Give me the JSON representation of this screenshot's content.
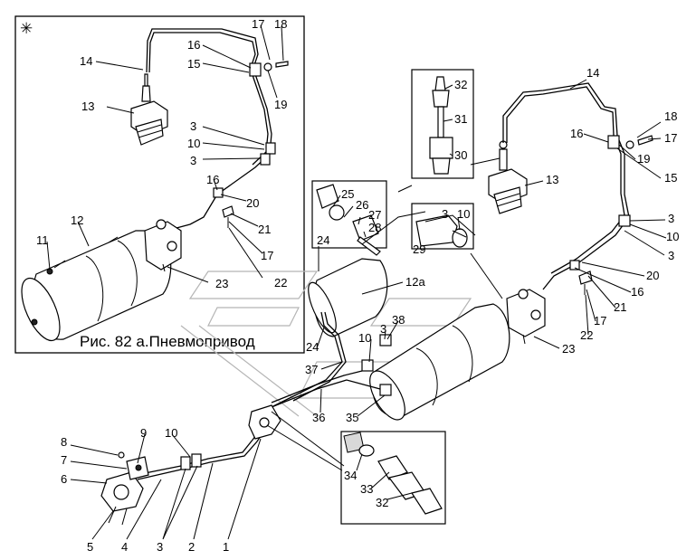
{
  "caption": "Рис. 82 а.Пневмопривод",
  "marker": "✳",
  "labels": {
    "l14a": "14",
    "l17a": "17",
    "l18a": "18",
    "l16a": "16",
    "l15a": "15",
    "l19a": "19",
    "l13a": "13",
    "l3a": "3",
    "l10a": "10",
    "l3b": "3",
    "l16b": "16",
    "l20a": "20",
    "l12a": "12",
    "l11a": "11",
    "l21a": "21",
    "l17b": "17",
    "l22a": "22",
    "l23a": "23",
    "l25": "25",
    "l26": "26",
    "l27": "27",
    "l28": "28",
    "l24a": "24",
    "l3c": "3",
    "l10b": "10",
    "l29": "29",
    "l12aa": "12а",
    "l32a": "32",
    "l31": "31",
    "l30": "30",
    "l13b": "13",
    "l14b": "14",
    "l18b": "18",
    "l16c": "16",
    "l17c": "17",
    "l19b": "19",
    "l15b": "15",
    "l3d": "3",
    "l10c": "10",
    "l3e": "3",
    "l20b": "20",
    "l16d": "16",
    "l21b": "21",
    "l17d": "17",
    "l22b": "22",
    "l23b": "23",
    "l24b": "24",
    "l37": "37",
    "l10d": "10",
    "l3f": "3",
    "l38": "38",
    "l36": "36",
    "l35": "35",
    "l8": "8",
    "l9": "9",
    "l10e": "10",
    "l7": "7",
    "l6": "6",
    "l5": "5",
    "l4": "4",
    "l3g": "3",
    "l2": "2",
    "l1": "1",
    "l34": "34",
    "l33": "33",
    "l32b": "32"
  }
}
